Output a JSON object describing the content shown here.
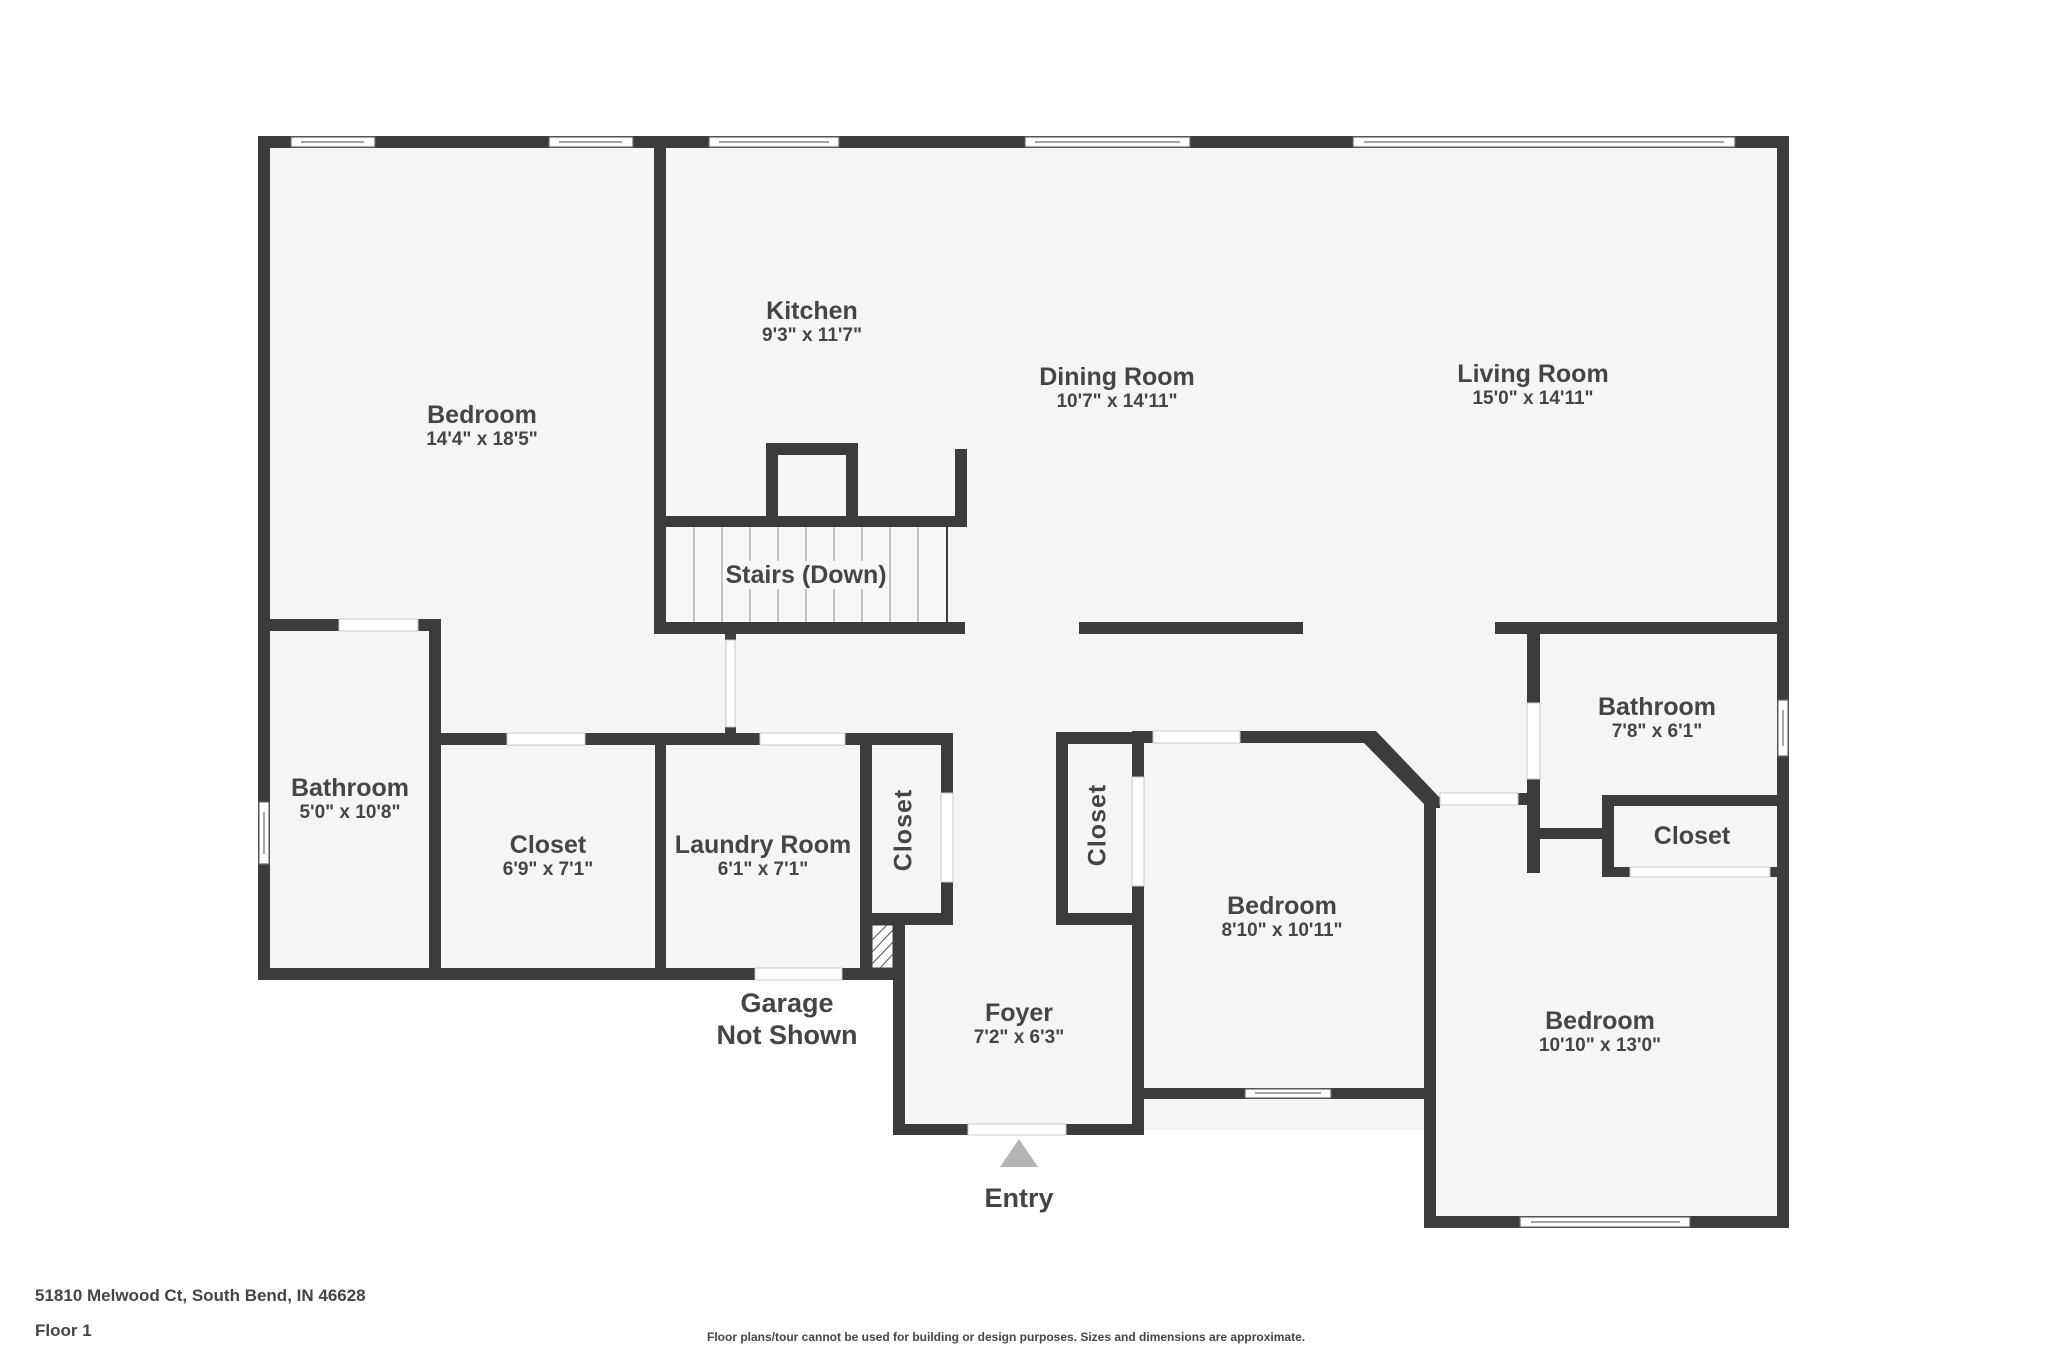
{
  "colors": {
    "wall": "#3c3c3c",
    "floor": "#f5f5f5",
    "text": "#454545",
    "entry_marker": "#b4b4b4"
  },
  "rooms": {
    "bedroom_main": {
      "name": "Bedroom",
      "dims": "14'4\" x 18'5\""
    },
    "kitchen": {
      "name": "Kitchen",
      "dims": "9'3\" x 11'7\""
    },
    "dining_room": {
      "name": "Dining Room",
      "dims": "10'7\" x 14'11\""
    },
    "living_room": {
      "name": "Living Room",
      "dims": "15'0\" x 14'11\""
    },
    "stairs": {
      "name": "Stairs (Down)"
    },
    "bathroom_left": {
      "name": "Bathroom",
      "dims": "5'0\" x 10'8\""
    },
    "closet_left": {
      "name": "Closet",
      "dims": "6'9\" x 7'1\""
    },
    "laundry_room": {
      "name": "Laundry Room",
      "dims": "6'1\" x 7'1\""
    },
    "closet_laundry": {
      "name": "Closet"
    },
    "closet_foyer": {
      "name": "Closet"
    },
    "bedroom_mid": {
      "name": "Bedroom",
      "dims": "8'10\" x 10'11\""
    },
    "bathroom_right": {
      "name": "Bathroom",
      "dims": "7'8\" x 6'1\""
    },
    "closet_right": {
      "name": "Closet"
    },
    "bedroom_right": {
      "name": "Bedroom",
      "dims": "10'10\" x 13'0\""
    },
    "foyer": {
      "name": "Foyer",
      "dims": "7'2\" x 6'3\""
    }
  },
  "annotations": {
    "garage_line1": "Garage",
    "garage_line2": "Not Shown",
    "entry": "Entry"
  },
  "footer": {
    "address": "51810 Melwood Ct, South Bend, IN 46628",
    "floor": "Floor 1",
    "disclaimer": "Floor plans/tour cannot be used for building or design purposes. Sizes and dimensions are approximate."
  }
}
